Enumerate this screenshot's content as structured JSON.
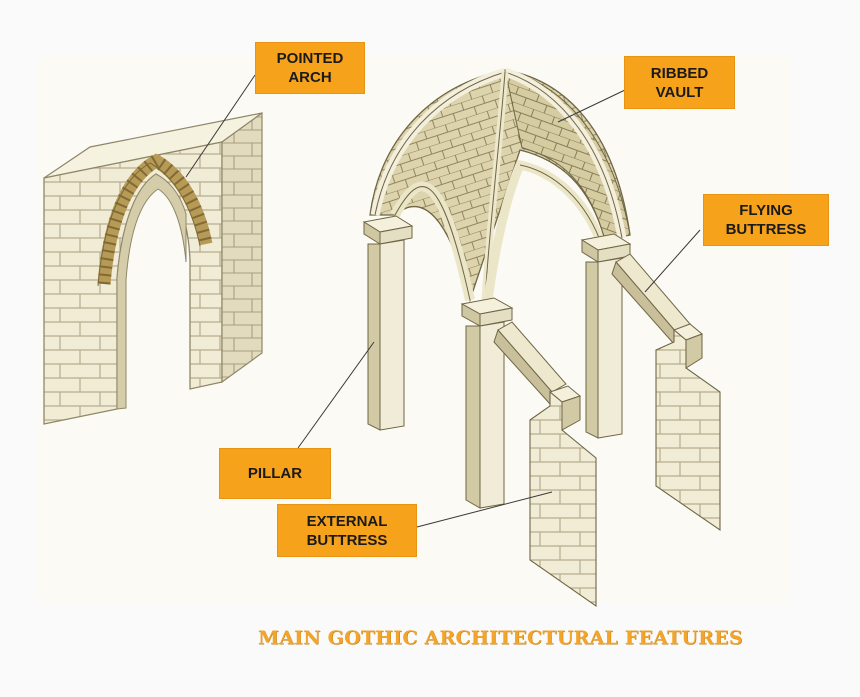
{
  "labels": {
    "pointed_arch": [
      "POINTED",
      "ARCH"
    ],
    "ribbed_vault": [
      "RIBBED",
      "VAULT"
    ],
    "flying_buttress": [
      "FLYING",
      "BUTTRESS"
    ],
    "pillar": [
      "PILLAR"
    ],
    "external_buttress": [
      "EXTERNAL",
      "BUTTRESS"
    ]
  },
  "caption": "MAIN GOTHIC ARCHITECTURAL FEATURES",
  "colors": {
    "callout": "#f7a21b",
    "caption": "#f2a52a",
    "stone": "#efead2",
    "stone_shade": "#d7cfb0"
  }
}
